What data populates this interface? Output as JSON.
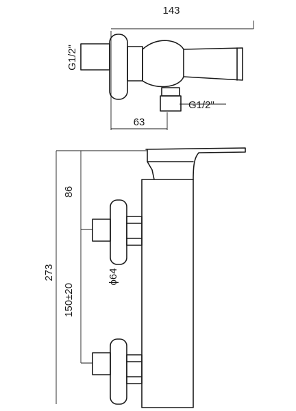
{
  "dimensions": {
    "total_width": "143",
    "inlet_thread_side": "G1/2\"",
    "outlet_thread": "G1/2\"",
    "outlet_offset": "63",
    "top_to_inlet": "86",
    "inlet_spacing": "150±20",
    "flange_diameter": "ϕ64",
    "total_height": "273"
  },
  "colors": {
    "line": "#1a1a1a",
    "background": "#ffffff"
  }
}
